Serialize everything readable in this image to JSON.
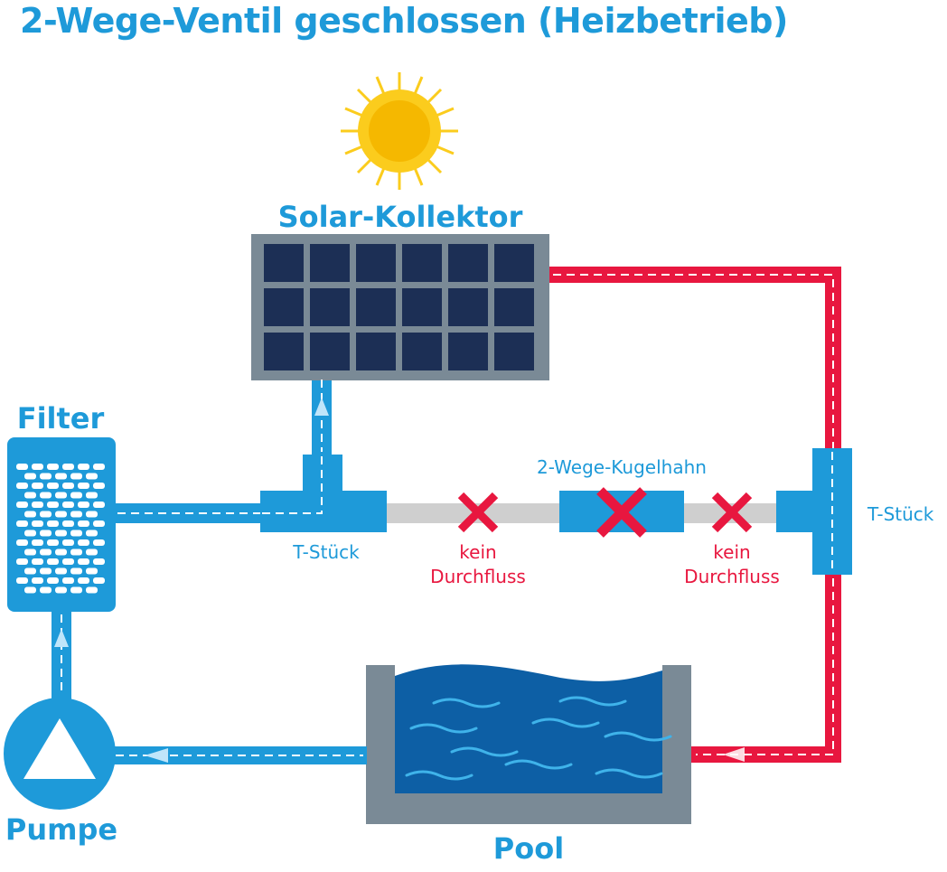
{
  "title": "2-Wege-Ventil geschlossen (Heizbetrieb)",
  "labels": {
    "solar_collector": "Solar-Kollektor",
    "filter": "Filter",
    "pump": "Pumpe",
    "pool": "Pool",
    "tee_left": "T-Stück",
    "tee_right": "T-Stück",
    "ball_valve": "2-Wege-Kugelhahn",
    "no_flow_left_1": "kein",
    "no_flow_left_2": "Durchfluss",
    "no_flow_right_1": "kein",
    "no_flow_right_2": "Durchfluss"
  },
  "colors": {
    "blue": "#1e9ad9",
    "red": "#e8173f",
    "grey": "#7a8a96",
    "light_grey": "#cfcfcf",
    "panel_cell": "#1c2f55",
    "water_dark": "#0d5fa5",
    "water_line": "#3fb3ea",
    "sun": "#f5b800",
    "sun_ray": "#fbcc1d"
  },
  "icons": {
    "sun": "sun-icon",
    "solar_panel": "solar-panel-icon",
    "filter": "filter-icon",
    "pump": "pump-icon",
    "pool": "pool-icon",
    "blocked": "cross-icon"
  }
}
